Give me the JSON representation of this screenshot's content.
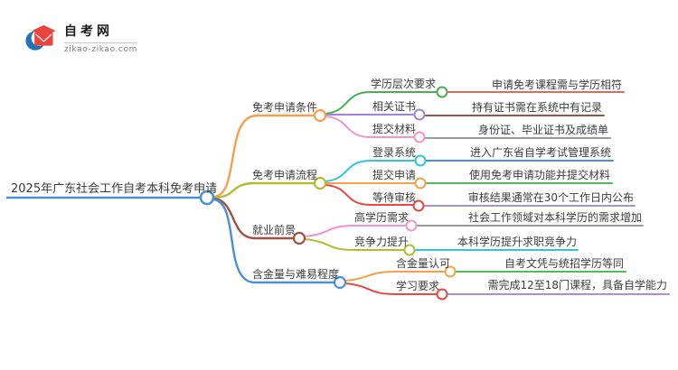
{
  "logo": {
    "title": "自考网",
    "domain": "zikao-zikao.com",
    "icon_blue": "#2173b8",
    "icon_red": "#e8453c"
  },
  "root": {
    "label": "2025年广东社会工作自考本科免考申请",
    "color": "#4a90d9"
  },
  "branches": [
    {
      "label": "免考申请条件",
      "color": "#f5a04b",
      "children": [
        {
          "label": "学历层次要求",
          "color": "#4cae54",
          "leaf": "申请免考课程需与学历相符",
          "leaf_color": "#e06a60"
        },
        {
          "label": "相关证书",
          "color": "#a183d6",
          "leaf": "持有证书需在系统中有记录",
          "leaf_color": "#9e5244"
        },
        {
          "label": "提交材料",
          "color": "#f096c8",
          "leaf": "身份证、毕业证书及成绩单",
          "leaf_color": "#9a9a9a"
        }
      ]
    },
    {
      "label": "免考申请流程",
      "color": "#b3bb33",
      "children": [
        {
          "label": "登录系统",
          "color": "#35c3dc",
          "leaf": "进入广东省自学考试管理系统",
          "leaf_color": "#4a90d9"
        },
        {
          "label": "提交申请",
          "color": "#f5a04b",
          "leaf": "使用免考申请功能并提交材料",
          "leaf_color": "#55b85f"
        },
        {
          "label": "等待审核",
          "color": "#e8483f",
          "leaf": "审核结果通常在30个工作日内公布",
          "leaf_color": "#a98fd8"
        }
      ]
    },
    {
      "label": "就业前景",
      "color": "#9e5244",
      "children": [
        {
          "label": "高学历需求",
          "color": "#f096c8",
          "leaf": "社会工作领域对本科学历的需求增加",
          "leaf_color": "#9a9a9a"
        },
        {
          "label": "竞争力提升",
          "color": "#b3bb33",
          "leaf": "本科学历提升求职竞争力",
          "leaf_color": "#35c3dc"
        }
      ]
    },
    {
      "label": "含金量与难易程度",
      "color": "#4a90d9",
      "children": [
        {
          "label": "含金量认可",
          "color": "#f5a04b",
          "leaf": "自考文凭与统招学历等同",
          "leaf_color": "#55b85f"
        },
        {
          "label": "学习要求",
          "color": "#e8483f",
          "leaf": "需完成12至18门课程，具备自学能力",
          "leaf_color": "#a98fd8"
        }
      ]
    }
  ]
}
